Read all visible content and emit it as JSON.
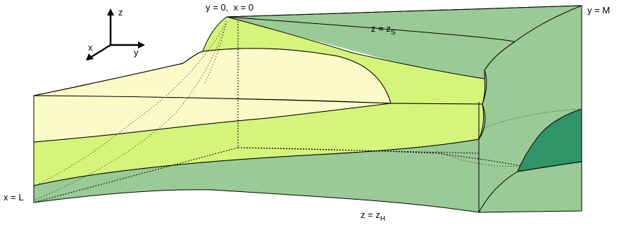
{
  "labels": {
    "origin": "y = 0,  x = 0",
    "y_end": "y = M",
    "x_end": "x = L",
    "top_surface": {
      "base": "z = z",
      "sub": "S"
    },
    "bottom_surface": {
      "base": "z = z",
      "sub": "H"
    }
  },
  "axes": {
    "z": "z",
    "x": "x",
    "y": "y"
  },
  "colors": {
    "pale_layer": "#fbfbc8",
    "lime_layer": "#d5f57a",
    "mid_green": "#9acb96",
    "dark_green": "#2f9468",
    "outline": "#000000"
  }
}
